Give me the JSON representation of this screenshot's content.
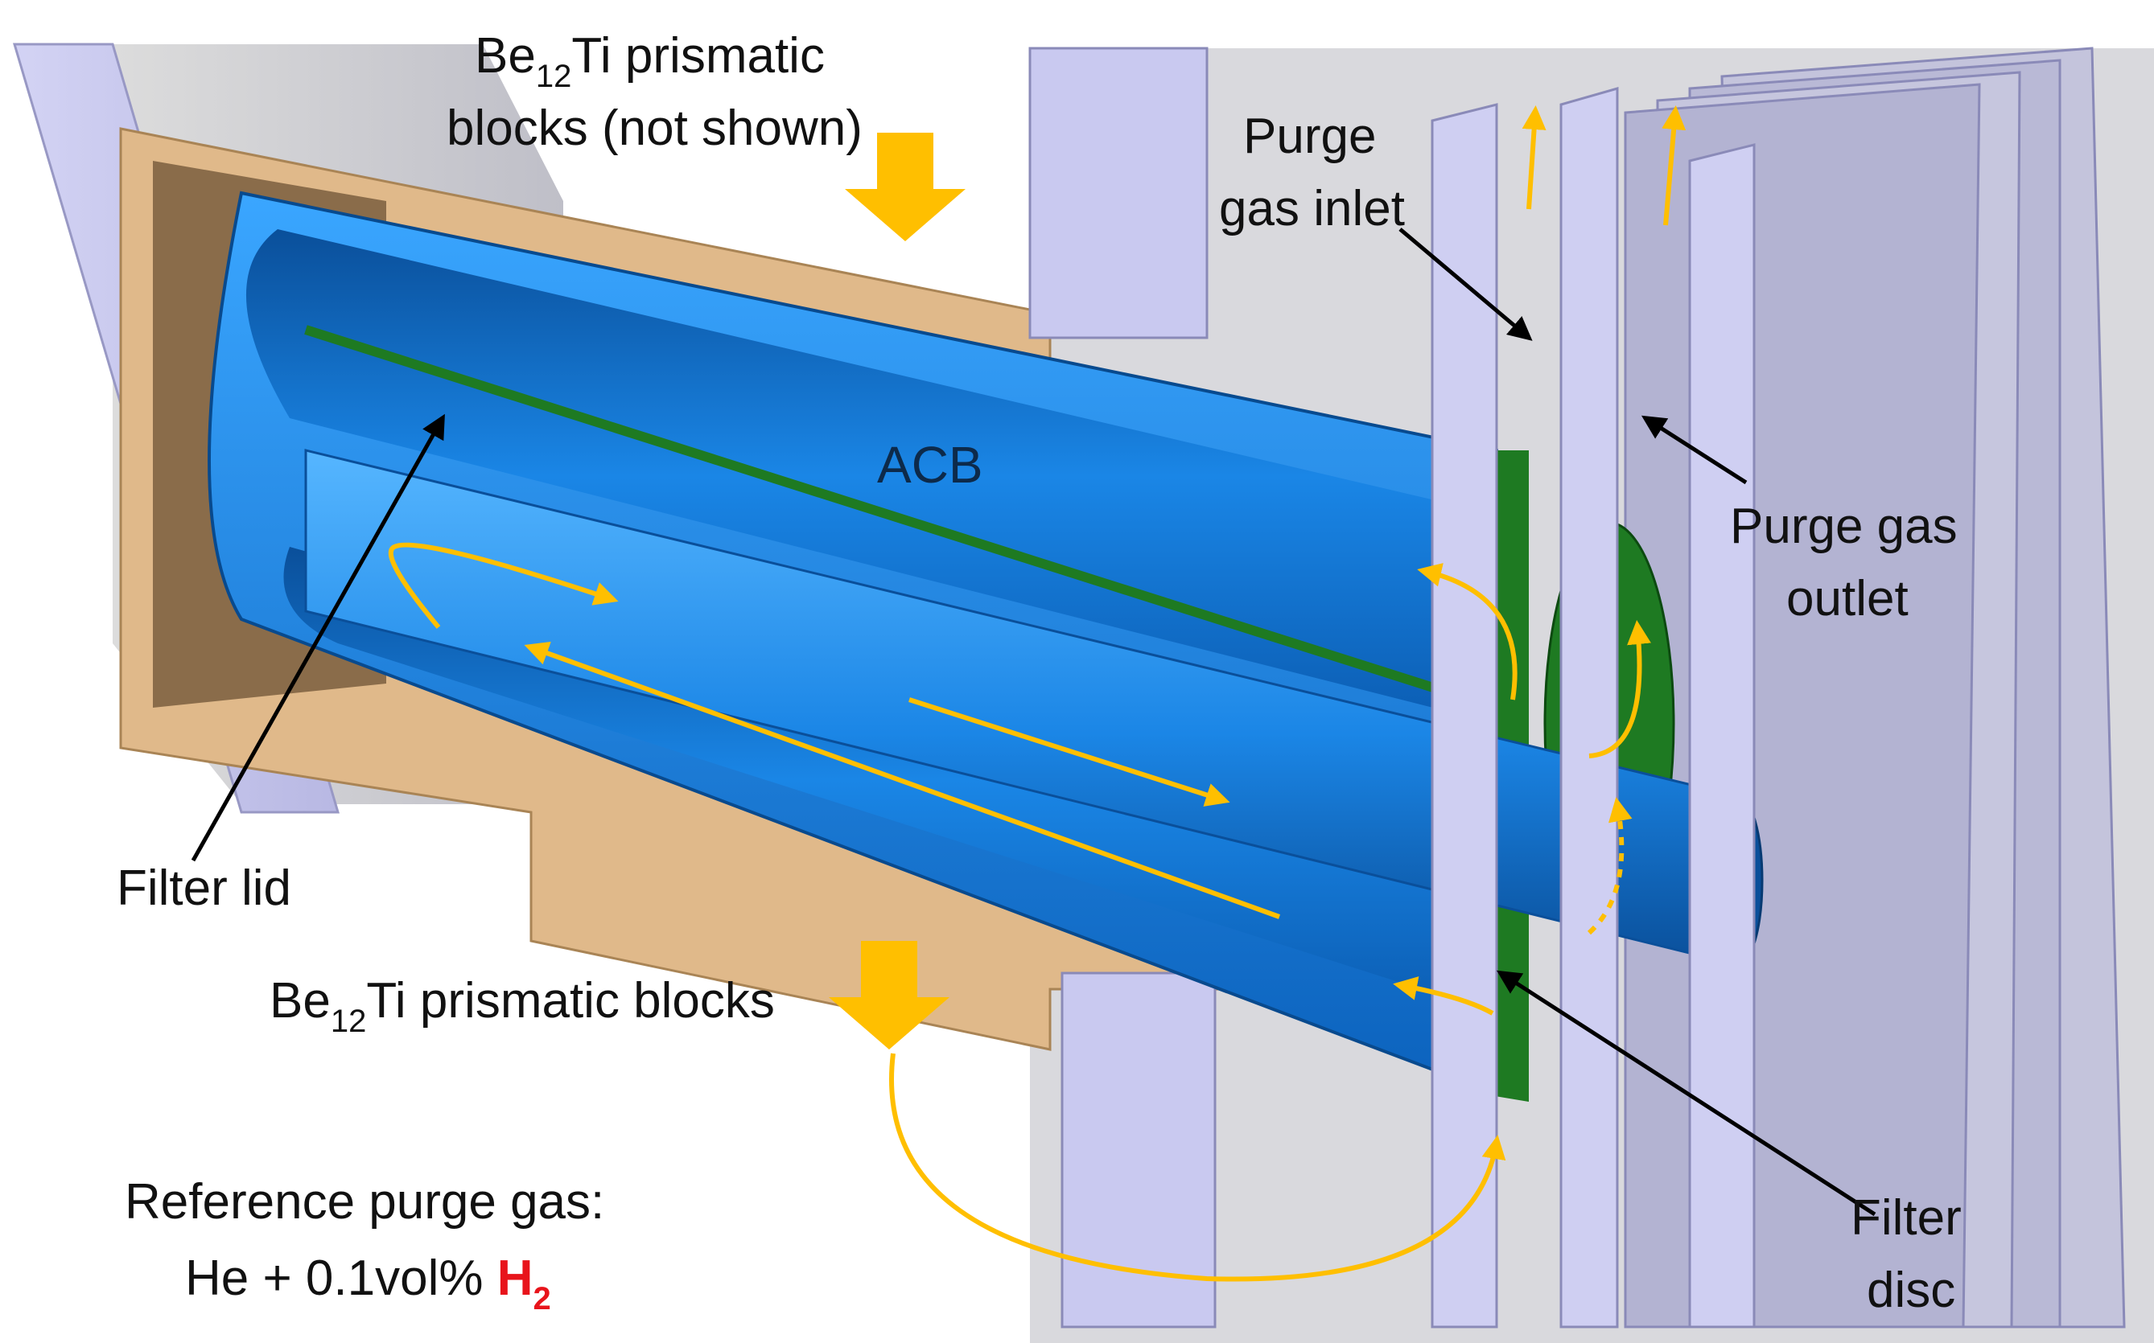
{
  "labels": {
    "top_blocks": {
      "line1_prefix": "Be",
      "line1_sub": "12",
      "line1_suffix": "Ti prismatic",
      "line2": "blocks (not shown)"
    },
    "purge_inlet": {
      "line1": "Purge",
      "line2": "gas inlet"
    },
    "purge_outlet": {
      "line1": "Purge gas",
      "line2": "outlet"
    },
    "acb": "ACB",
    "filter_lid": "Filter lid",
    "bottom_blocks": {
      "prefix": "Be",
      "sub": "12",
      "suffix": "Ti prismatic blocks"
    },
    "filter_disc": {
      "line1": "Filter",
      "line2": "disc"
    },
    "reference": {
      "line1": "Reference purge gas:",
      "line2_prefix": "He + 0.1vol% ",
      "line2_h": "H",
      "line2_sub": "2"
    }
  },
  "colors": {
    "plate": "#c9c9f0",
    "plate_edge": "#8a8ab8",
    "frame": "#e0b98a",
    "frame_dark": "#8a6c4a",
    "cylinder": "#1f8ef0",
    "cylinder_dark": "#0d5fb0",
    "filter_green": "#1e7a22",
    "flow_arrow": "#ffbf00",
    "pointer": "#000000",
    "grey_block": "#d6d6d6",
    "h2_red": "#e8141b"
  }
}
